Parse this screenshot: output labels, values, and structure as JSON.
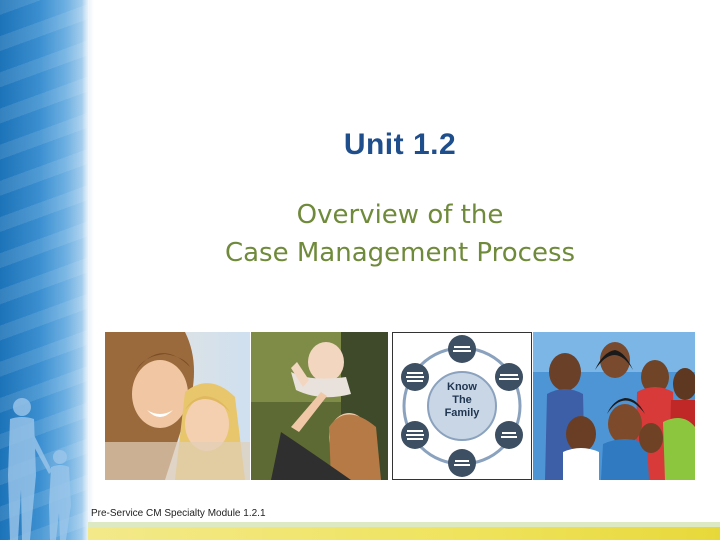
{
  "slide": {
    "unit_title": "Unit 1.2",
    "subtitle_line1": "Overview of the",
    "subtitle_line2": "Case Management Process",
    "footer": "Pre-Service CM Specialty Module 1.2.1"
  },
  "diagram": {
    "center_line1": "Know",
    "center_line2": "The",
    "center_line3": "Family"
  },
  "colors": {
    "title": "#1f4e8c",
    "subtitle": "#6f8a3a",
    "band": "#1d73b8",
    "bottom_bar": "#efe35d"
  }
}
